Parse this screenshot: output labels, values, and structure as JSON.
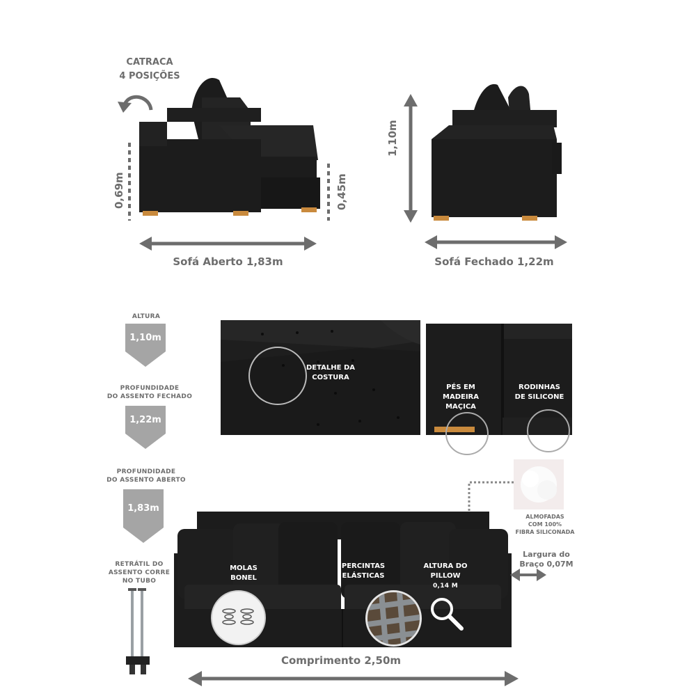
{
  "top": {
    "mechanism_label_line1": "CATRACA",
    "mechanism_label_line2": "4 POSIÇÕES",
    "height_open": "0,69m",
    "seat_height": "0,45m",
    "open_width_label": "Sofá Aberto 1,83m",
    "total_height": "1,10m",
    "closed_width_label": "Sofá Fechado 1,22m"
  },
  "left_column": {
    "height_title": "ALTURA",
    "height_value": "1,10m",
    "depth_closed_title_line1": "PROFUNDIDADE",
    "depth_closed_title_line2": "DO ASSENTO FECHADO",
    "depth_closed_value": "1,22m",
    "depth_open_title_line1": "PROFUNDIDADE",
    "depth_open_title_line2": "DO ASSENTO ABERTO",
    "depth_open_value": "1,83m",
    "retract_line1": "RETRÁTIL DO",
    "retract_line2": "ASSENTO CORRE",
    "retract_line3": "NO TUBO"
  },
  "details": {
    "stitch_line1": "DETALHE DA",
    "stitch_line2": "COSTURA",
    "feet_line1": "PÉS EM",
    "feet_line2": "MADEIRA",
    "feet_line3": "MAÇICA",
    "wheels_line1": "RODINHAS",
    "wheels_line2": "DE SILICONE",
    "cushion_line1": "ALMOFADAS",
    "cushion_line2": "COM 100%",
    "cushion_line3": "FIBRA SILICONADA"
  },
  "front": {
    "springs_line1": "MOLAS",
    "springs_line2": "BONEL",
    "straps_line1": "PERCINTAS",
    "straps_line2": "ELÁSTICAS",
    "pillow_line1": "ALTURA DO",
    "pillow_line2": "PILLOW",
    "pillow_value": "0,14 M",
    "arm_line1": "Largura do",
    "arm_line2": "Braço 0,07M",
    "length_label": "Comprimento 2,50m"
  },
  "colors": {
    "sofa": "#1c1c1c",
    "wood": "#c98a3d",
    "dim_gray": "#6d6d6d",
    "box_gray": "#a5a5a5"
  }
}
